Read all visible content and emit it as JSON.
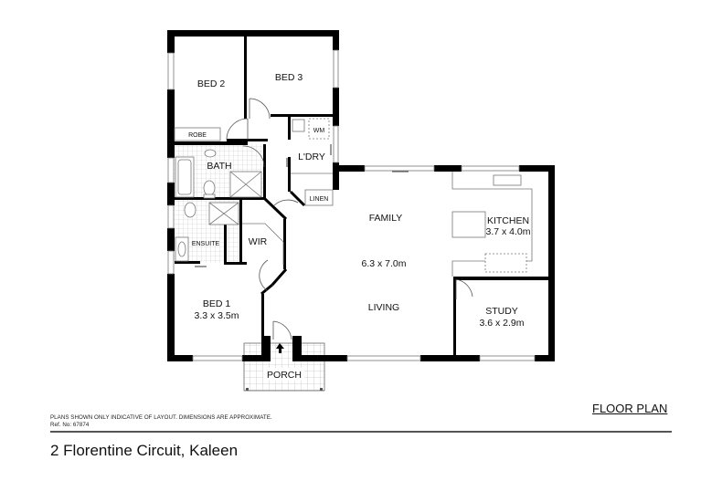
{
  "plan": {
    "title": "FLOOR PLAN",
    "address": "2 Florentine Circuit, Kaleen",
    "disclaimer": "PLANS SHOWN ONLY INDICATIVE OF LAYOUT.  DIMENSIONS ARE APPROXIMATE.",
    "reference": "Ref. No: 67874"
  },
  "rooms": {
    "bed2": {
      "name": "BED 2"
    },
    "bed3": {
      "name": "BED 3"
    },
    "robe": {
      "name": "ROBE"
    },
    "bath": {
      "name": "BATH"
    },
    "laundry": {
      "name": "L'DRY"
    },
    "wm": {
      "name": "WM"
    },
    "linen": {
      "name": "LINEN"
    },
    "ensuite": {
      "name": "ENSUITE"
    },
    "wir": {
      "name": "WIR"
    },
    "bed1": {
      "name": "BED 1",
      "size": "3.3 x 3.5m"
    },
    "family": {
      "name": "FAMILY",
      "size": "6.3 x 7.0m"
    },
    "living": {
      "name": "LIVING"
    },
    "kitchen": {
      "name": "KITCHEN",
      "size": "3.7 x 4.0m"
    },
    "study": {
      "name": "STUDY",
      "size": "3.6 x 2.9m"
    },
    "porch": {
      "name": "PORCH"
    }
  },
  "colors": {
    "wall": "#000000",
    "fixture": "#888888",
    "tile": "#cccccc",
    "rule": "#555555"
  }
}
